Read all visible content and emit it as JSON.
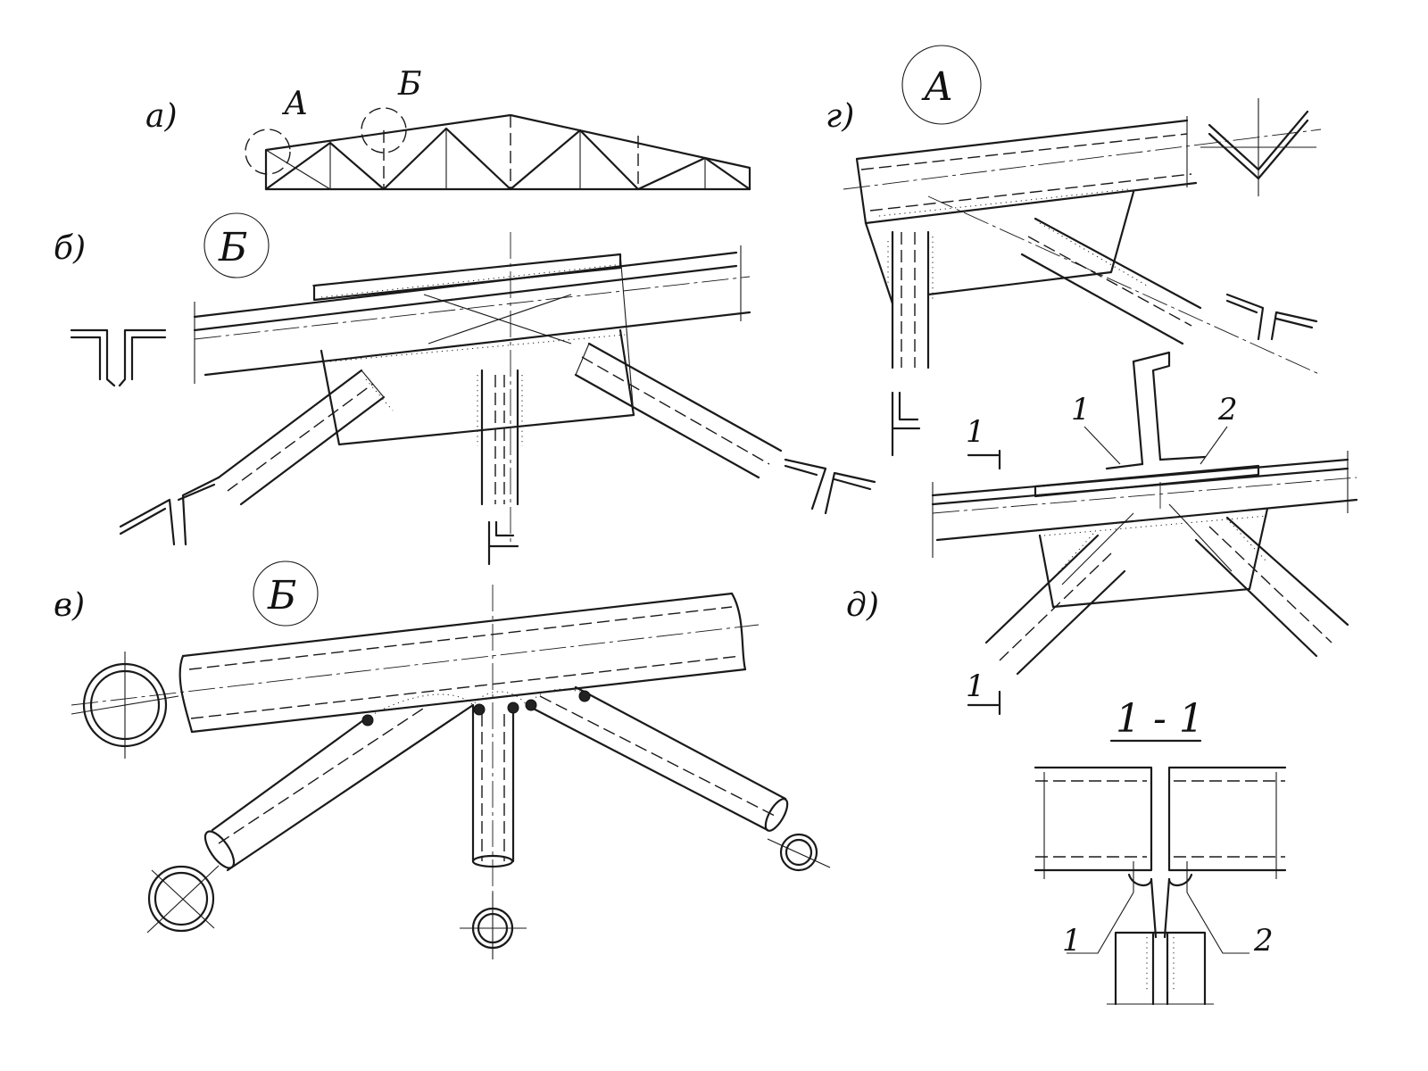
{
  "labels": {
    "view_a": "а)",
    "view_b": "б)",
    "view_v": "в)",
    "view_g": "г)",
    "view_d": "д)",
    "node_A": "А",
    "node_B": "Б",
    "section_num": "1",
    "section_title": "1 - 1",
    "part_1": "1",
    "part_2": "2"
  }
}
